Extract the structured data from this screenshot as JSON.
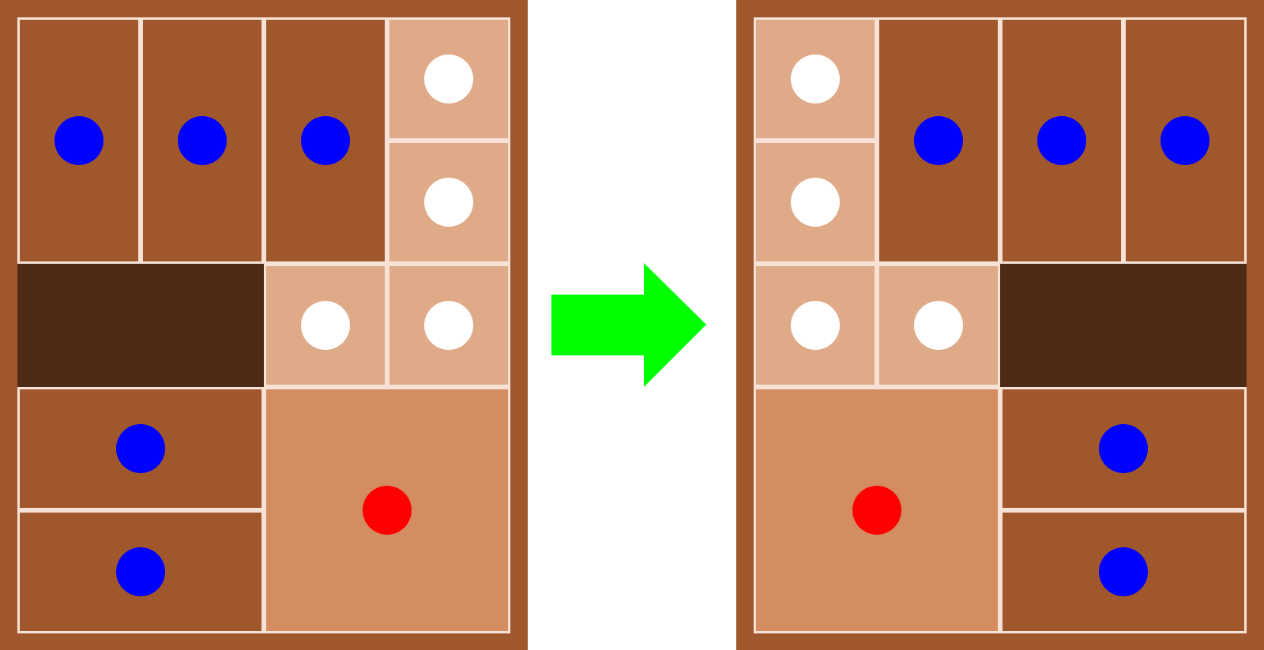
{
  "colors": {
    "board_frame": "#A0572C",
    "grid_line": "#F6E2D6",
    "tall_block": "#A0572C",
    "small_block": "#DFAA88",
    "big_block": "#D38D60",
    "empty_slot": "#4E2B17",
    "blue_piece": "#0000FF",
    "white_piece": "#FFFFFF",
    "red_piece": "#FF0000",
    "arrow": "#00FF00"
  },
  "board_grid": {
    "columns": 4,
    "rows": 5
  },
  "boards": [
    {
      "name": "before",
      "blocks": [
        {
          "kind": "tall",
          "col": 0,
          "row": 0,
          "w": 1,
          "h": 2,
          "piece": "blue"
        },
        {
          "kind": "tall",
          "col": 1,
          "row": 0,
          "w": 1,
          "h": 2,
          "piece": "blue"
        },
        {
          "kind": "tall",
          "col": 2,
          "row": 0,
          "w": 1,
          "h": 2,
          "piece": "blue"
        },
        {
          "kind": "small",
          "col": 3,
          "row": 0,
          "w": 1,
          "h": 1,
          "piece": "white"
        },
        {
          "kind": "small",
          "col": 3,
          "row": 1,
          "w": 1,
          "h": 1,
          "piece": "white"
        },
        {
          "kind": "empty",
          "col": 0,
          "row": 2,
          "w": 2,
          "h": 1,
          "piece": null
        },
        {
          "kind": "small",
          "col": 2,
          "row": 2,
          "w": 1,
          "h": 1,
          "piece": "white"
        },
        {
          "kind": "small",
          "col": 3,
          "row": 2,
          "w": 1,
          "h": 1,
          "piece": "white"
        },
        {
          "kind": "wide",
          "col": 0,
          "row": 3,
          "w": 2,
          "h": 1,
          "piece": "blue"
        },
        {
          "kind": "wide",
          "col": 0,
          "row": 4,
          "w": 2,
          "h": 1,
          "piece": "blue"
        },
        {
          "kind": "big",
          "col": 2,
          "row": 3,
          "w": 2,
          "h": 2,
          "piece": "red"
        }
      ]
    },
    {
      "name": "after",
      "blocks": [
        {
          "kind": "small",
          "col": 0,
          "row": 0,
          "w": 1,
          "h": 1,
          "piece": "white"
        },
        {
          "kind": "small",
          "col": 0,
          "row": 1,
          "w": 1,
          "h": 1,
          "piece": "white"
        },
        {
          "kind": "tall",
          "col": 1,
          "row": 0,
          "w": 1,
          "h": 2,
          "piece": "blue"
        },
        {
          "kind": "tall",
          "col": 2,
          "row": 0,
          "w": 1,
          "h": 2,
          "piece": "blue"
        },
        {
          "kind": "tall",
          "col": 3,
          "row": 0,
          "w": 1,
          "h": 2,
          "piece": "blue"
        },
        {
          "kind": "small",
          "col": 0,
          "row": 2,
          "w": 1,
          "h": 1,
          "piece": "white"
        },
        {
          "kind": "small",
          "col": 1,
          "row": 2,
          "w": 1,
          "h": 1,
          "piece": "white"
        },
        {
          "kind": "empty",
          "col": 2,
          "row": 2,
          "w": 2,
          "h": 1,
          "piece": null
        },
        {
          "kind": "big",
          "col": 0,
          "row": 3,
          "w": 2,
          "h": 2,
          "piece": "red"
        },
        {
          "kind": "wide",
          "col": 2,
          "row": 3,
          "w": 2,
          "h": 1,
          "piece": "blue"
        },
        {
          "kind": "wide",
          "col": 2,
          "row": 4,
          "w": 2,
          "h": 1,
          "piece": "blue"
        }
      ]
    }
  ],
  "arrow": {
    "icon": "right-arrow-icon",
    "direction": "right"
  }
}
